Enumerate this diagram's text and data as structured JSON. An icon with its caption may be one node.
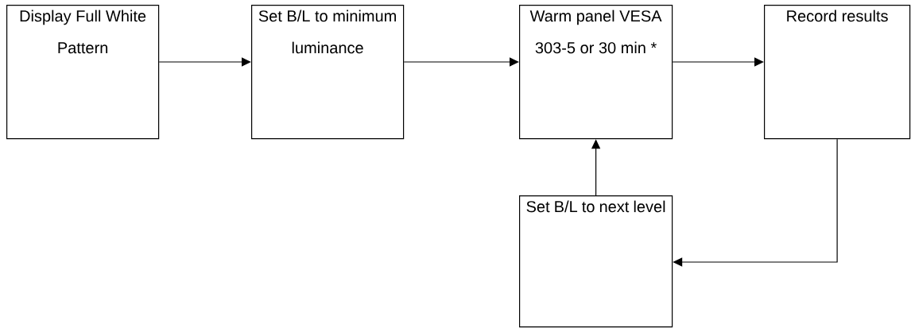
{
  "diagram": {
    "nodes": [
      {
        "text": [
          "Display Full White Pattern"
        ]
      },
      {
        "text": [
          "Set B/L to minimum luminance"
        ]
      },
      {
        "text": [
          "Warm panel VESA 303-5 or 30 min *"
        ]
      },
      {
        "text": [
          "Record results"
        ]
      },
      {
        "text": [
          "Set B/L to next level"
        ]
      }
    ],
    "edges": [
      {
        "from": 0,
        "to": 1,
        "arrow": "to"
      },
      {
        "from": 1,
        "to": 2,
        "arrow": "to"
      },
      {
        "from": 2,
        "to": 3,
        "arrow": "to"
      },
      {
        "from": 4,
        "to": 2,
        "arrow": "to"
      },
      {
        "from": 3,
        "to": 4,
        "arrow": "to"
      }
    ]
  }
}
